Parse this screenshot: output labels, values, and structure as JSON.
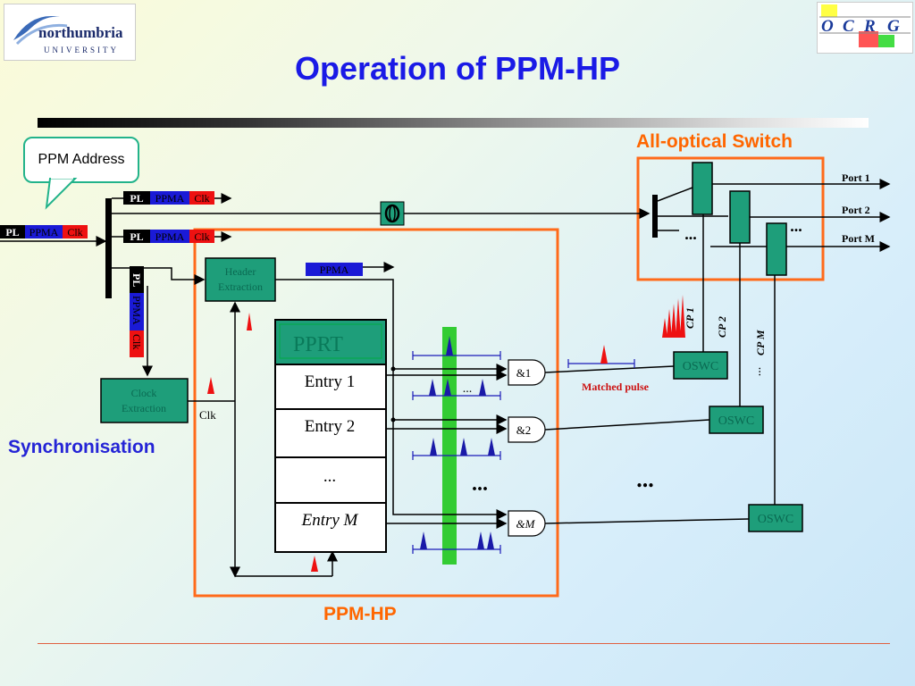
{
  "title": "Operation of PPM-HP",
  "logos": {
    "university": [
      "northumbria",
      "UNIVERSITY"
    ],
    "group": [
      "O",
      "C",
      "R",
      "G"
    ]
  },
  "labels": {
    "all_optical_switch": "All-optical Switch",
    "ppm_hp": "PPM-HP",
    "synchronisation": "Synchronisation",
    "ppm_address": "PPM Address",
    "matched_pulse": "Matched pulse",
    "clk": "Clk",
    "cp1": "CP 1",
    "cp2": "CP 2",
    "cpm": "CP M"
  },
  "packet": {
    "pl": "PL",
    "ppma": "PPMA",
    "clk": "Clk"
  },
  "blocks": {
    "header_extraction": [
      "Header",
      "Extraction"
    ],
    "clock_extraction": [
      "Clock",
      "Extraction"
    ],
    "pprt": "PPRT",
    "oswc": "OSWC"
  },
  "pprt_entries": [
    "Entry 1",
    "Entry 2",
    "...",
    "Entry M"
  ],
  "and_gates": [
    "&1",
    "&2",
    "&M"
  ],
  "ports": [
    "Port 1",
    "Port 2",
    "Port M"
  ],
  "ellipsis": "..."
}
